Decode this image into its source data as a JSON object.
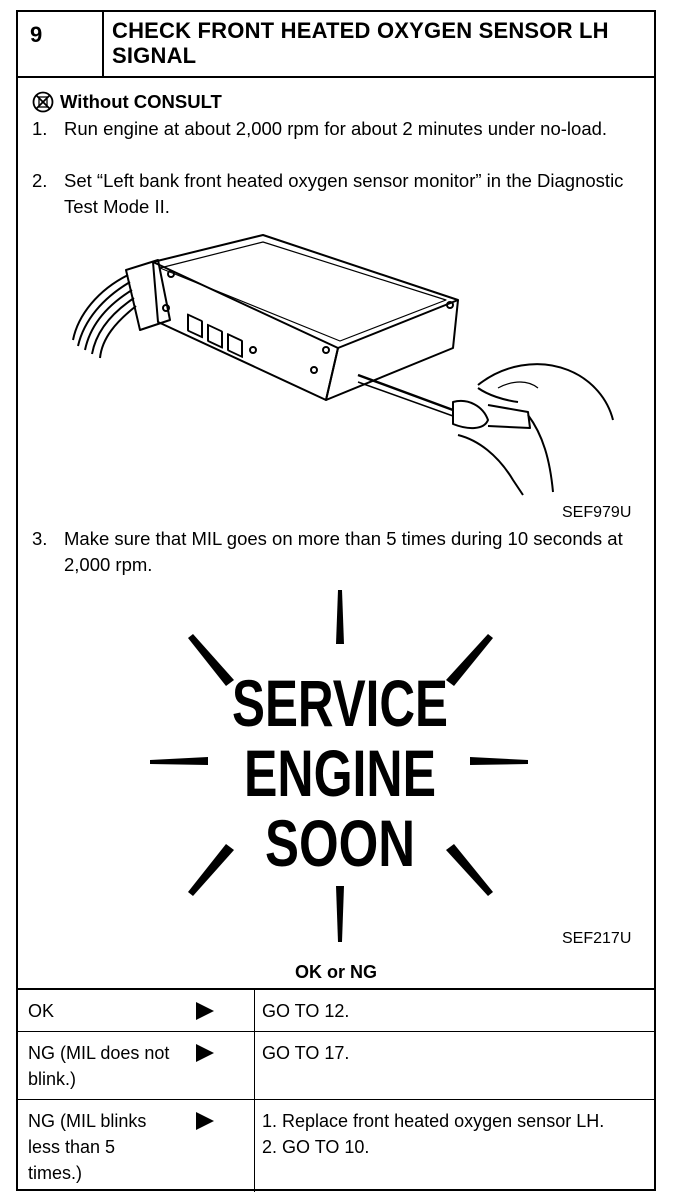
{
  "header": {
    "number": "9",
    "title": "CHECK FRONT HEATED OXYGEN SENSOR LH SIGNAL"
  },
  "section": {
    "icon": "no-consult-icon",
    "subtitle": "Without CONSULT"
  },
  "steps": [
    {
      "num": "1.",
      "text": "Run engine at about 2,000 rpm for about 2 minutes under no-load."
    },
    {
      "num": "2.",
      "text": "Set “Left bank front heated oxygen sensor monitor” in the Diagnostic Test Mode II."
    },
    {
      "num": "3.",
      "text": "Make sure that MIL goes on more than 5 times during 10 seconds at 2,000 rpm."
    }
  ],
  "figures": {
    "ecm": {
      "label": "SEF979U"
    },
    "mil": {
      "label": "SEF217U",
      "lamp_text": [
        "SERVICE",
        "ENGINE",
        "SOON"
      ]
    }
  },
  "result": {
    "heading": "OK or NG",
    "rows": [
      {
        "condition": "OK",
        "actions": [
          "GO TO 12."
        ]
      },
      {
        "condition": "NG (MIL does not blink.)",
        "actions": [
          "GO TO 17."
        ]
      },
      {
        "condition": "NG (MIL blinks less than 5 times.)",
        "actions": [
          "1. Replace front heated oxygen sensor LH.",
          "2. GO TO 10."
        ]
      }
    ]
  }
}
